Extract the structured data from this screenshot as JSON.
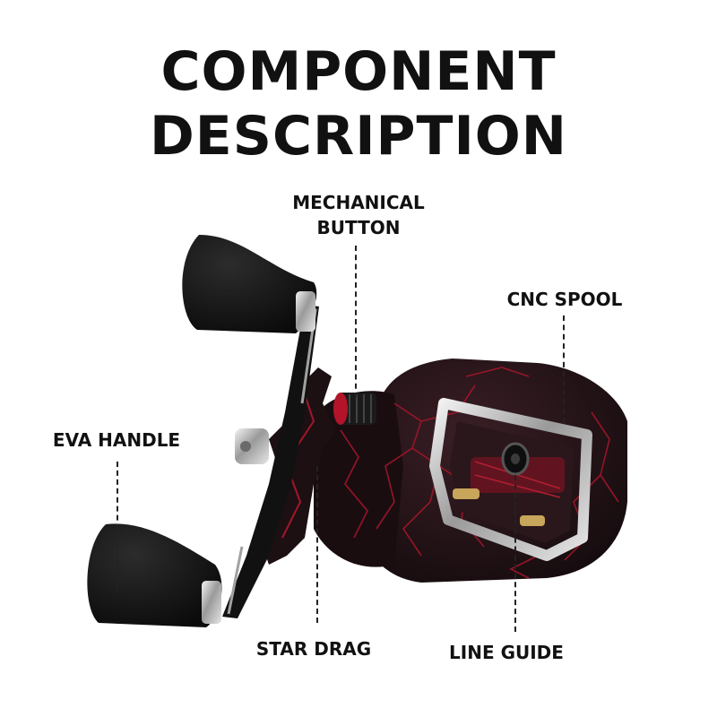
{
  "title": {
    "line1": "COMPONENT",
    "line2": "DESCRIPTION"
  },
  "labels": {
    "mechanical_button_line1": "MECHANICAL",
    "mechanical_button_line2": "BUTTON",
    "cnc_spool": "CNC SPOOL",
    "eva_handle": "EVA HANDLE",
    "star_drag": "STAR DRAG",
    "line_guide": "LINE GUIDE"
  },
  "colors": {
    "body_dark": "#1c1013",
    "crackle_red": "#a3162a",
    "knob_black": "#141414",
    "chrome": "#c9c9c9"
  },
  "icons": [
    "baitcasting-reel-illustration"
  ]
}
